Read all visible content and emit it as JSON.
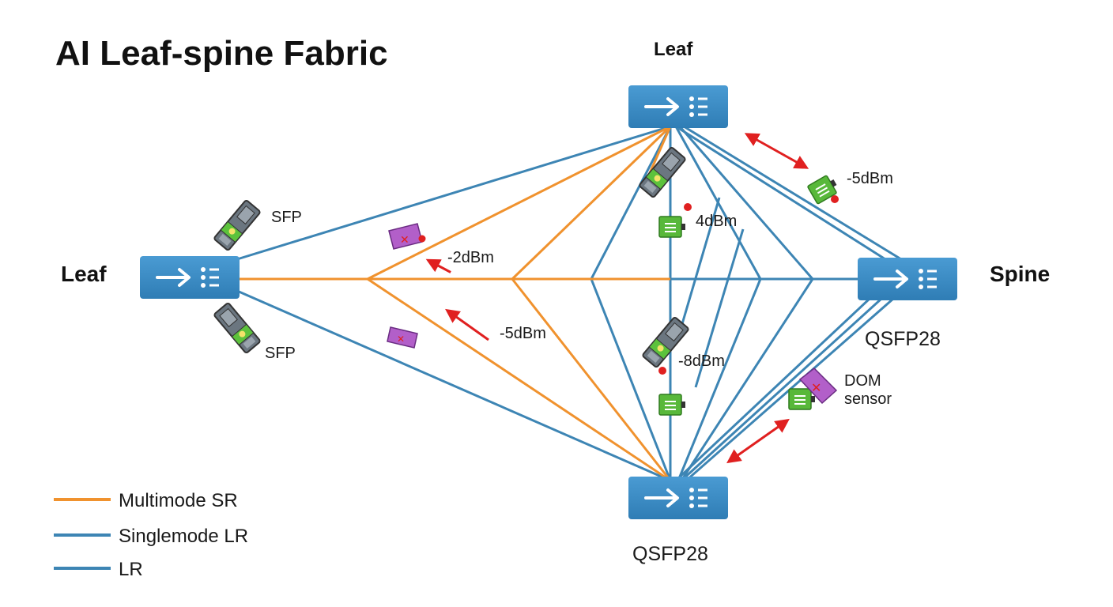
{
  "title": "AI Leaf-spine Fabric",
  "colors": {
    "multimode": "#f0922e",
    "singlemode": "#3d85b4",
    "switch": "#3a8cc4",
    "alert_arrow": "#e02020",
    "transceiver_ok": "#58b83a",
    "transceiver_fault": "#b25fc9"
  },
  "nodes": {
    "leaf_left": {
      "label": "Leaf"
    },
    "leaf_top": {
      "label": "Leaf"
    },
    "spine": {
      "label": "Spine",
      "port_label": "QSFP28"
    },
    "bottom": {
      "label": "QSFP28"
    }
  },
  "transceivers": {
    "sfp_upper": "SFP",
    "sfp_lower": "SFP"
  },
  "readings": {
    "r_minus2": "-2dBm",
    "r_minus5_left": "-5dBm",
    "r_4": "4dBm",
    "r_minus8": "-8dBm",
    "r_minus5_right": "-5dBm"
  },
  "dom": {
    "line1": "DOM",
    "line2": "sensor"
  },
  "legend": [
    {
      "label": "Multimode SR",
      "color": "#f0922e"
    },
    {
      "label": "Singlemode LR",
      "color": "#3d85b4"
    },
    {
      "label": "LR",
      "color": "#3d85b4"
    }
  ]
}
